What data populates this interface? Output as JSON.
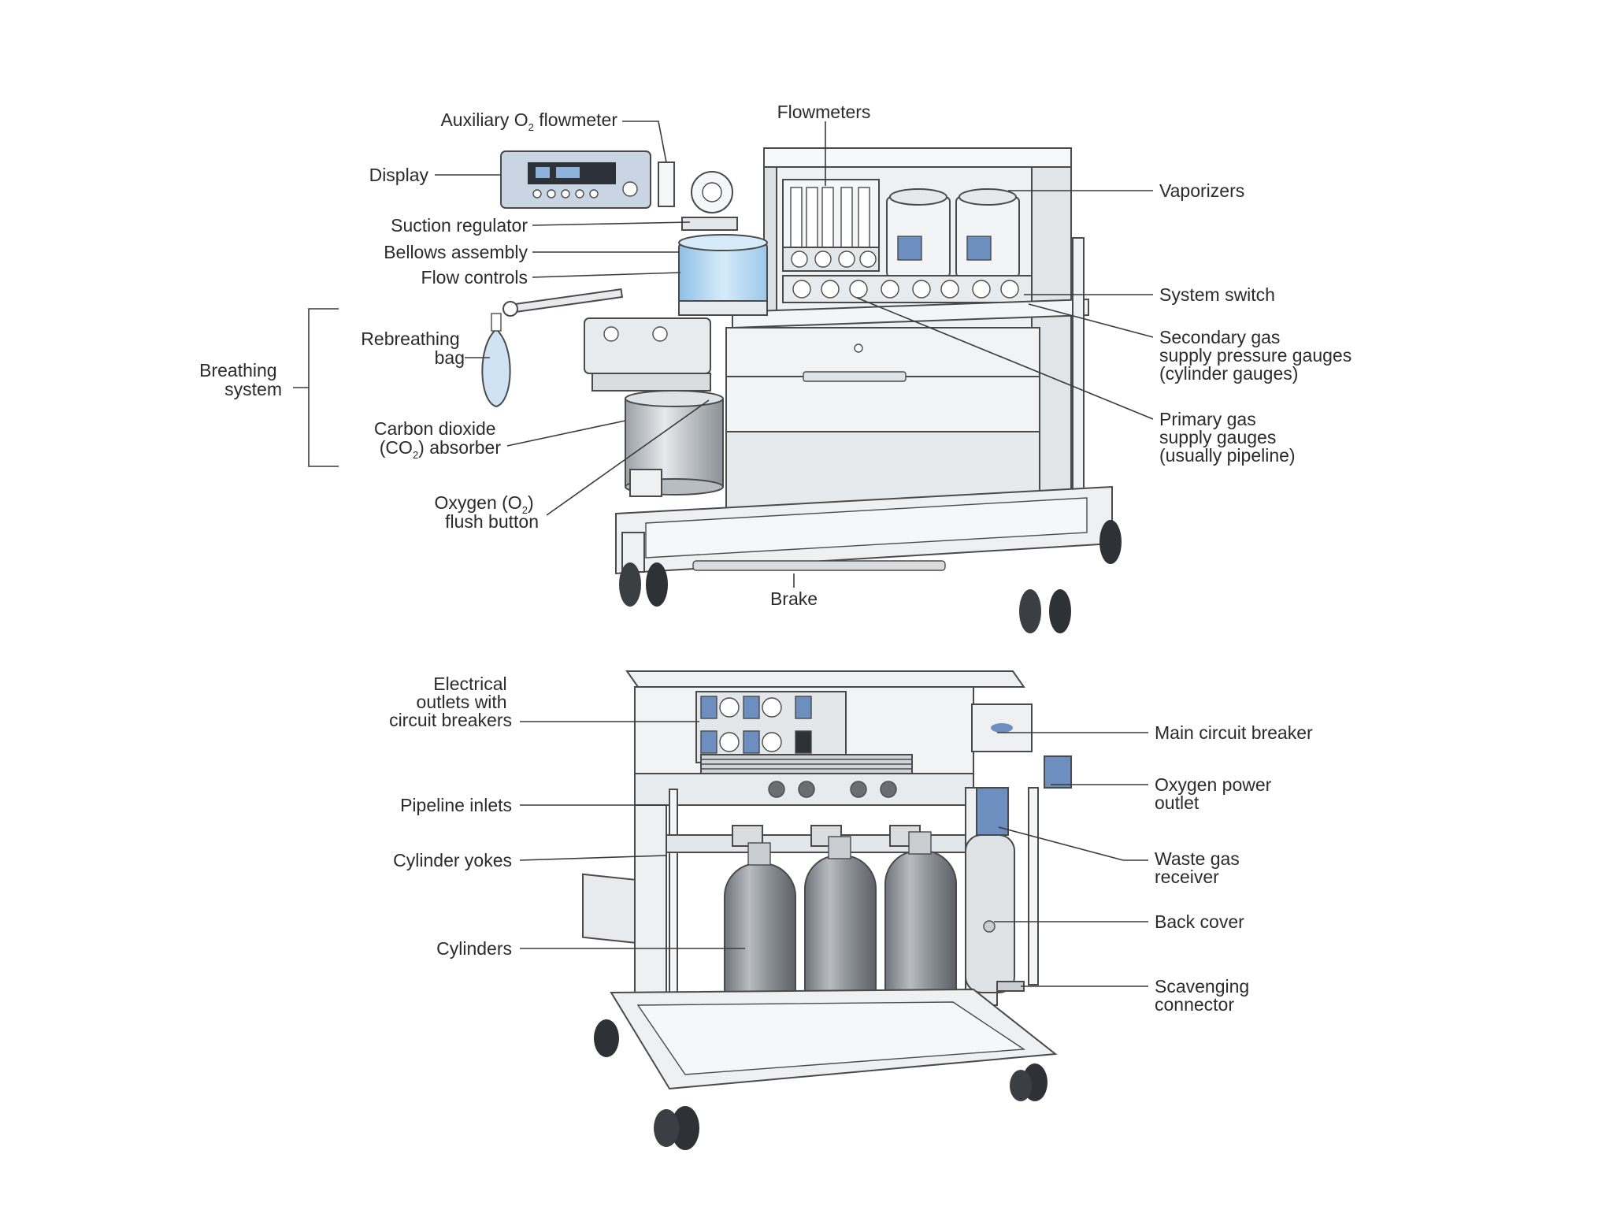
{
  "diagram": {
    "top": {
      "flowmeters": "Flowmeters",
      "aux_o2_flowmeter": {
        "main": "Auxiliary O",
        "sub": "2",
        "tail": " flowmeter"
      },
      "display": "Display",
      "suction_regulator": "Suction regulator",
      "bellows_assembly": "Bellows assembly",
      "flow_controls": "Flow controls",
      "breathing_system": [
        "Breathing",
        "system"
      ],
      "rebreathing_bag": [
        "Rebreathing",
        "bag"
      ],
      "co2_absorber": {
        "line1": "Carbon dioxide",
        "line2_a": "(CO",
        "line2_sub": "2",
        "line2_b": ") absorber"
      },
      "o2_flush": {
        "line1_a": "Oxygen (O",
        "line1_sub": "2",
        "line1_b": ")",
        "line2": "flush button"
      },
      "vaporizers": "Vaporizers",
      "system_switch": "System switch",
      "secondary_gauges": [
        "Secondary gas",
        "supply pressure gauges",
        "(cylinder gauges)"
      ],
      "primary_gauges": [
        "Primary gas",
        "supply gauges",
        "(usually pipeline)"
      ],
      "brake": "Brake"
    },
    "bottom": {
      "electrical_outlets": [
        "Electrical",
        "outlets with",
        "circuit breakers"
      ],
      "pipeline_inlets": "Pipeline inlets",
      "cylinder_yokes": "Cylinder yokes",
      "cylinders": "Cylinders",
      "main_breaker": "Main circuit breaker",
      "oxygen_power": [
        "Oxygen power",
        "outlet"
      ],
      "waste_gas": [
        "Waste gas",
        "receiver"
      ],
      "back_cover": "Back cover",
      "scavenging": [
        "Scavenging",
        "connector"
      ]
    }
  },
  "colors": {
    "outline": "#4a4a4a",
    "metal": "#e9ecee",
    "panel": "#dfe3e6",
    "cylinder": "#8f949a",
    "blue_accent": "#6d8fc0",
    "glass": "#bcd9f0"
  }
}
